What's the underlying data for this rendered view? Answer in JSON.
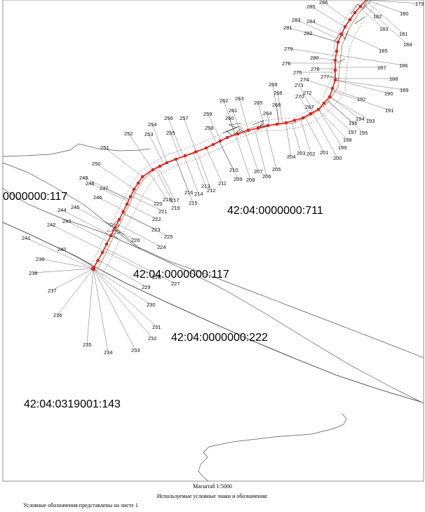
{
  "parcels": [
    {
      "id": "p117a",
      "label": "0000000:117"
    },
    {
      "id": "p711",
      "label": "42:04:0000000:711"
    },
    {
      "id": "p117b",
      "label": "42:04:0000000:117"
    },
    {
      "id": "p222",
      "label": "42:04:0000000:222"
    },
    {
      "id": "p143",
      "label": "42:04:0319001:143"
    }
  ],
  "point_labels": [
    "286",
    "179",
    "180",
    "182",
    "183",
    "181",
    "184",
    "285",
    "284",
    "283",
    "281",
    "282",
    "185",
    "279",
    "280",
    "186",
    "187",
    "276",
    "278",
    "188",
    "275",
    "274",
    "189",
    "277",
    "190",
    "269",
    "273",
    "192",
    "268",
    "272",
    "270",
    "191",
    "267",
    "263",
    "262",
    "265",
    "266",
    "264",
    "261",
    "193",
    "194",
    "196",
    "195",
    "197",
    "198",
    "199",
    "201",
    "200",
    "202",
    "203",
    "204",
    "259",
    "260",
    "258",
    "256",
    "257",
    "254",
    "255",
    "253",
    "252",
    "251",
    "250",
    "249",
    "248",
    "247",
    "246",
    "245",
    "244",
    "243",
    "242",
    "241",
    "240",
    "239",
    "238",
    "237",
    "236",
    "235",
    "234",
    "233",
    "232",
    "231",
    "230",
    "229",
    "228",
    "227",
    "226",
    "225",
    "224",
    "223",
    "222",
    "221",
    "220",
    "219",
    "218",
    "217",
    "216",
    "215",
    "214",
    "213",
    "212",
    "211",
    "210",
    "209",
    "208",
    "207",
    "206",
    "205"
  ],
  "scale_label": "Масштаб 1:5000",
  "legend_title": "Используемые условные знаки и обозначения:",
  "legend_note": "Условные обозначения представлены на листе 1",
  "colors": {
    "route": "#e02020",
    "point": "#e02020",
    "boundary": "#555555",
    "hatch": "#c8b090"
  }
}
